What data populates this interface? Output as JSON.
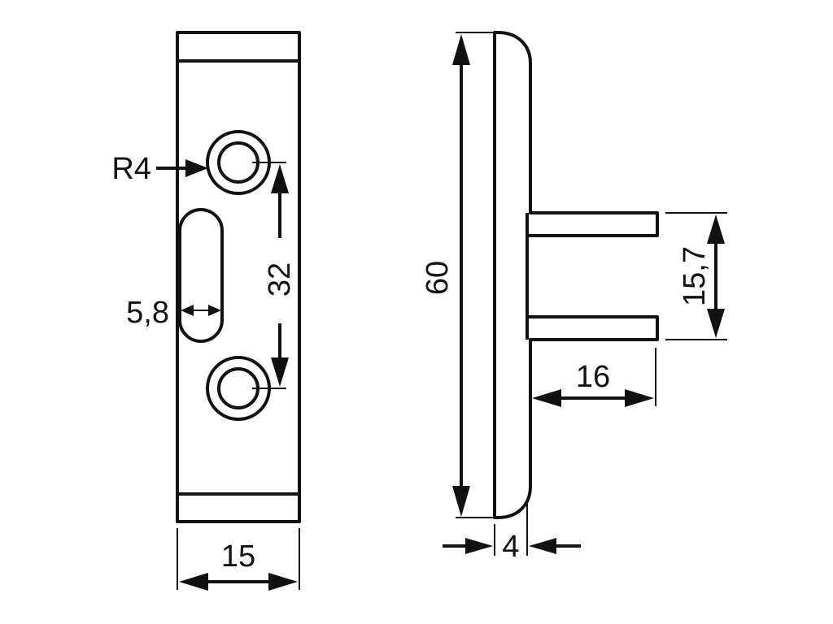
{
  "diagram": {
    "dimensions": {
      "radius": "R4",
      "slot_width": "5,8",
      "hole_spacing": "32",
      "plate_width": "15",
      "height": "60",
      "tenon_height": "15,7",
      "tenon_length": "16",
      "plate_thickness": "4"
    },
    "colors": {
      "ink": "#111111",
      "paper": "#ffffff"
    }
  }
}
